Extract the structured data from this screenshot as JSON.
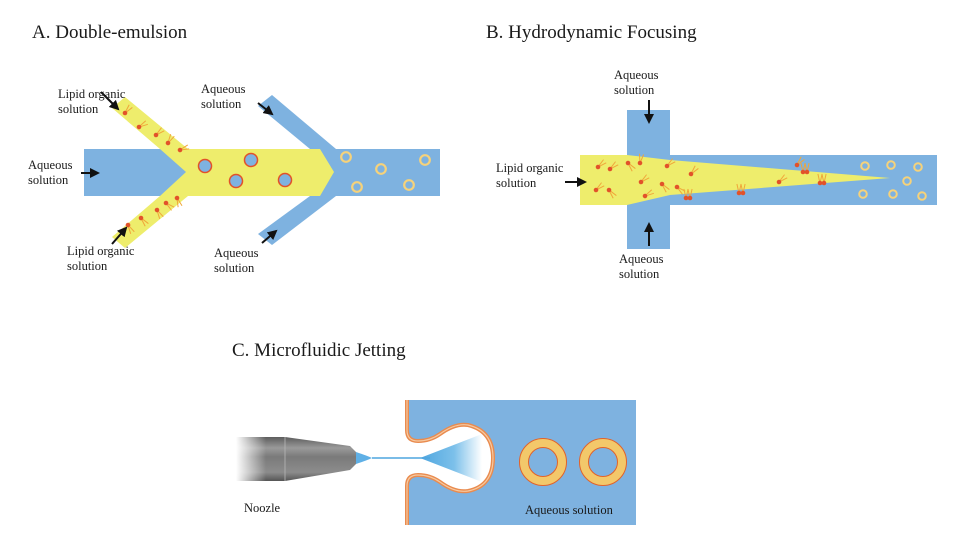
{
  "colors": {
    "aqueous": "#7eb2e0",
    "lipid_phase": "#eeed6c",
    "lipid_head": "#e2522a",
    "lipid_tail": "#f0a63a",
    "vesicle_ring": "#f3c86a",
    "membrane": "#e98b4f",
    "nozzle": "#8b8b8b",
    "jet": "#4fa6df",
    "arrow": "#111111"
  },
  "panels": {
    "a": {
      "title": "A. Double-emulsion",
      "labels": {
        "lipid_top": [
          "Lipid organic",
          "solution"
        ],
        "aqueous_left": [
          "Aqueous",
          "solution"
        ],
        "lipid_bottom": [
          "Lipid organic",
          "solution"
        ],
        "aqueous_top": [
          "Aqueous",
          "solution"
        ],
        "aqueous_bottom": [
          "Aqueous",
          "solution"
        ]
      }
    },
    "b": {
      "title": "B. Hydrodynamic Focusing",
      "labels": {
        "aqueous_top": [
          "Aqueous",
          "solution"
        ],
        "lipid_left": [
          "Lipid organic",
          "solution"
        ],
        "aqueous_bottom": [
          "Aqueous",
          "solution"
        ]
      }
    },
    "c": {
      "title": "C. Microfluidic Jetting",
      "labels": {
        "nozzle": "Noozle",
        "aqueous": "Aqueous solution"
      }
    }
  }
}
